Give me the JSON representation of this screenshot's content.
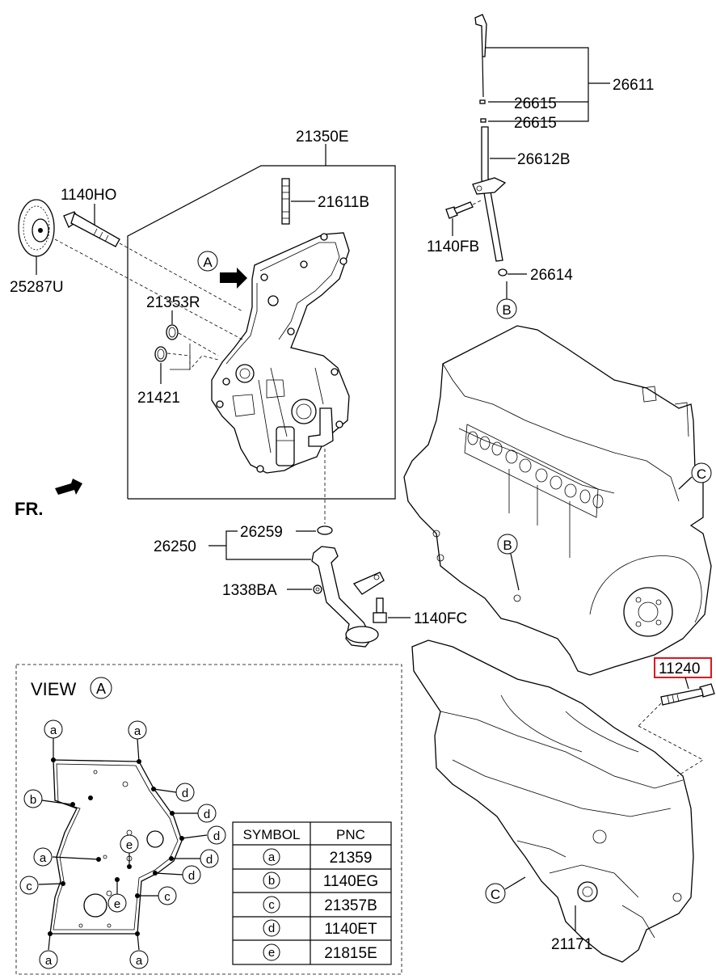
{
  "labels": {
    "c21350E": "21350E",
    "c21611B": "21611B",
    "c1140HO": "1140HO",
    "c25287U": "25287U",
    "c21353R": "21353R",
    "c21421": "21421",
    "c26611": "26611",
    "c26615a": "26615",
    "c26615b": "26615",
    "c26612B": "26612B",
    "c1140FB": "1140FB",
    "c26614": "26614",
    "c26250": "26250",
    "c26259": "26259",
    "c1338BA": "1338BA",
    "c1140FC": "1140FC",
    "c11240": "11240",
    "c21171": "21171",
    "fr": "FR.",
    "viewA": "A",
    "refB1": "B",
    "refB2": "B",
    "refC1": "C",
    "refC2": "C"
  },
  "view": {
    "title": "VIEW",
    "letter": "A",
    "callouts": [
      "a",
      "a",
      "b",
      "a",
      "c",
      "a",
      "a",
      "d",
      "d",
      "d",
      "d",
      "d",
      "e",
      "e",
      "c"
    ]
  },
  "table": {
    "headers": [
      "SYMBOL",
      "PNC"
    ],
    "rows": [
      {
        "symbol": "a",
        "pnc": "21359"
      },
      {
        "symbol": "b",
        "pnc": "1140EG"
      },
      {
        "symbol": "c",
        "pnc": "21357B"
      },
      {
        "symbol": "d",
        "pnc": "1140ET"
      },
      {
        "symbol": "e",
        "pnc": "21815E"
      }
    ]
  },
  "colors": {
    "highlight": "#e0141e",
    "ink": "#000000",
    "background": "#ffffff"
  }
}
